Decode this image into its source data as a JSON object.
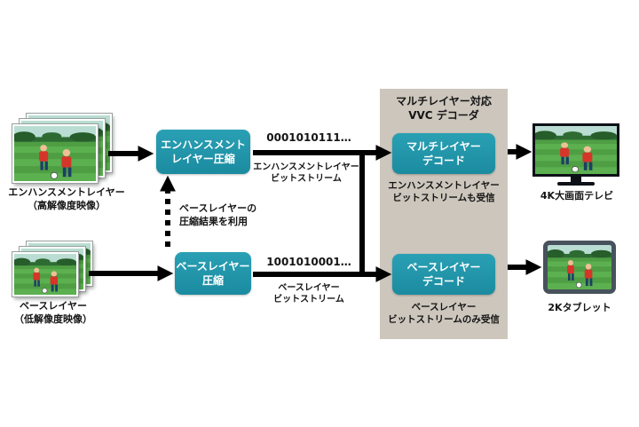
{
  "sources": {
    "enhancement": {
      "name": "エンハンスメントレイヤー",
      "detail": "（高解像度映像）"
    },
    "base": {
      "name": "ベースレイヤー",
      "detail": "（低解像度映像）"
    }
  },
  "compress": {
    "enhancement": {
      "line1": "エンハンスメント",
      "line2": "レイヤー圧縮"
    },
    "base": {
      "line1": "ベースレイヤー",
      "line2": "圧縮"
    },
    "reuse_note": {
      "line1": "ベースレイヤーの",
      "line2": "圧縮結果を利用"
    }
  },
  "bitstreams": {
    "enhancement": {
      "bits": "0001010111…",
      "line1": "エンハンスメントレイヤー",
      "line2": "ビットストリーム"
    },
    "base": {
      "bits": "1001010001…",
      "line1": "ベースレイヤー",
      "line2": "ビットストリーム"
    }
  },
  "decoder": {
    "title_line1": "マルチレイヤー対応",
    "title_line2": "VVC デコーダ",
    "multi": {
      "line1": "マルチレイヤー",
      "line2": "デコード"
    },
    "multi_note": {
      "line1": "エンハンスメントレイヤー",
      "line2": "ビットストリームも受信"
    },
    "base": {
      "line1": "ベースレイヤー",
      "line2": "デコード"
    },
    "base_note": {
      "line1": "ベースレイヤー",
      "line2": "ビットストリームのみ受信"
    }
  },
  "outputs": {
    "tv": "4K大画面テレビ",
    "tablet": "2Kタブレット"
  },
  "colors": {
    "teal": "#1f93a8",
    "panel": "#ccc6bc",
    "arrow": "#000000"
  },
  "icons": {
    "source_images": "soccer-match-photo",
    "tv_screen": "soccer-match-photo",
    "tablet_screen": "soccer-match-photo"
  }
}
